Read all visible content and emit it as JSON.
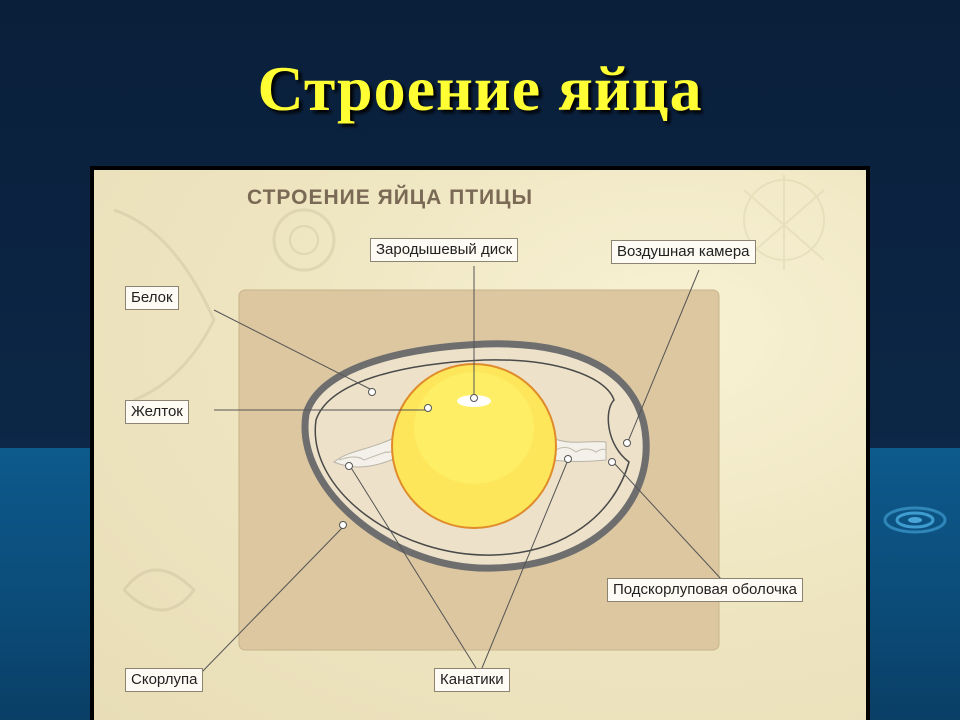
{
  "slide": {
    "title": "Строение яйца"
  },
  "diagram": {
    "heading": "СТРОЕНИЕ  ЯЙЦА ПТИЦЫ",
    "labels": {
      "germinal_disc": "Зародышевый диск",
      "air_cell": "Воздушная камера",
      "albumen": "Белок",
      "yolk": "Желток",
      "shell_membrane": "Подскорлуповая оболочка",
      "shell": "Скорлупа",
      "chalazae": "Канатики"
    }
  },
  "colors": {
    "title": "#ffff33",
    "yolk": "#fde65a",
    "shell": "#6e6e6e",
    "panel_bg": "#efe6c2",
    "card": "#dcc7a0"
  }
}
